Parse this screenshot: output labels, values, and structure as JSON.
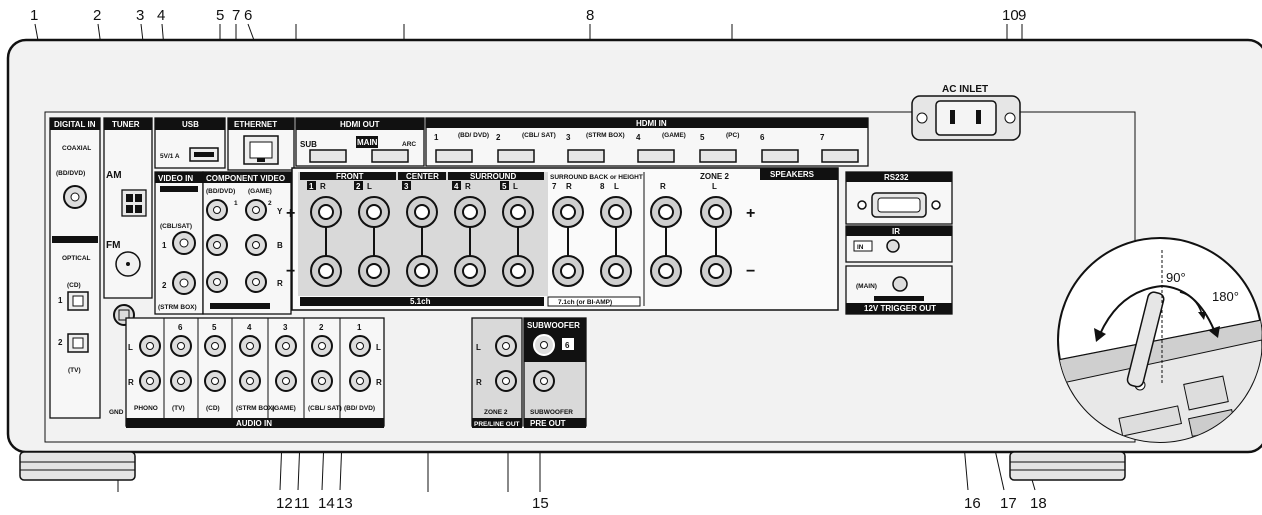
{
  "callouts": [
    "1",
    "2",
    "3",
    "4",
    "5",
    "7",
    "6",
    "8",
    "10",
    "9",
    "12",
    "11",
    "14",
    "13",
    "15",
    "16",
    "17",
    "18",
    "9"
  ],
  "panel": {
    "digital_in": "DIGITAL IN",
    "coaxial": "COAXIAL",
    "coax_bddvd": "(BD/DVD)",
    "optical": "OPTICAL",
    "opt_cd": "(CD)",
    "opt_1": "1",
    "opt_2": "2",
    "opt_tv": "(TV)",
    "tuner": "TUNER",
    "am": "AM",
    "fm": "FM",
    "usb": "USB",
    "usb_port": "5V/1 A",
    "ethernet": "ETHERNET",
    "hdmi_out": "HDMI OUT",
    "hdmi_sub": "SUB",
    "hdmi_main": "MAIN",
    "hdmi_arc": "ARC",
    "hdmi_in": "HDMI IN",
    "hdmi_in_labels": [
      "1",
      "(BD/ DVD)",
      "2",
      "(CBL/ SAT)",
      "3",
      "(STRM BOX)",
      "4",
      "(GAME)",
      "5",
      "(PC)",
      "6",
      "7"
    ],
    "video_in": "VIDEO IN",
    "component_video": "COMPONENT VIDEO",
    "cv_bddvd": "(BD/DVD)",
    "cv_game": "(GAME)",
    "cv_1": "1",
    "cv_2": "2",
    "cv_y": "Y",
    "cv_b": "B",
    "cv_r": "R",
    "vid_cblsat": "(CBL/SAT)",
    "vid_1": "1",
    "vid_2": "2",
    "vid_strmbox": "(STRM BOX)",
    "speakers": "SPEAKERS",
    "front": "FRONT",
    "center": "CENTER",
    "surround": "SURROUND",
    "surround_back": "SURROUND BACK or HEIGHT",
    "zone2": "ZONE 2",
    "sp_nums": [
      "1",
      "2",
      "3",
      "4",
      "5",
      "7",
      "8"
    ],
    "sp_R": "R",
    "sp_L": "L",
    "plus": "+",
    "minus": "−",
    "ch51": "5.1ch",
    "ch71": "7.1ch (or BI-AMP)",
    "rs232": "RS232",
    "ir": "IR",
    "ir_in": "IN",
    "main": "(MAIN)",
    "trigger": "12V TRIGGER OUT",
    "ac_inlet": "AC INLET",
    "subwoofer": "SUBWOOFER",
    "sub_6": "6",
    "zone2_pre": "ZONE 2",
    "pre_line_out": "PRE/LINE OUT",
    "pre_out": "PRE OUT",
    "audio_in": "AUDIO IN",
    "audio_cols": [
      "6",
      "5",
      "4",
      "3",
      "2",
      "1"
    ],
    "audio_names": [
      "PHONO",
      "(TV)",
      "(CD)",
      "(STRM BOX)",
      "(GAME)",
      "(CBL/ SAT)",
      "(BD/ DVD)"
    ],
    "audio_L": "L",
    "audio_R": "R",
    "gnd": "GND",
    "deg90": "90°",
    "deg180": "180°"
  }
}
